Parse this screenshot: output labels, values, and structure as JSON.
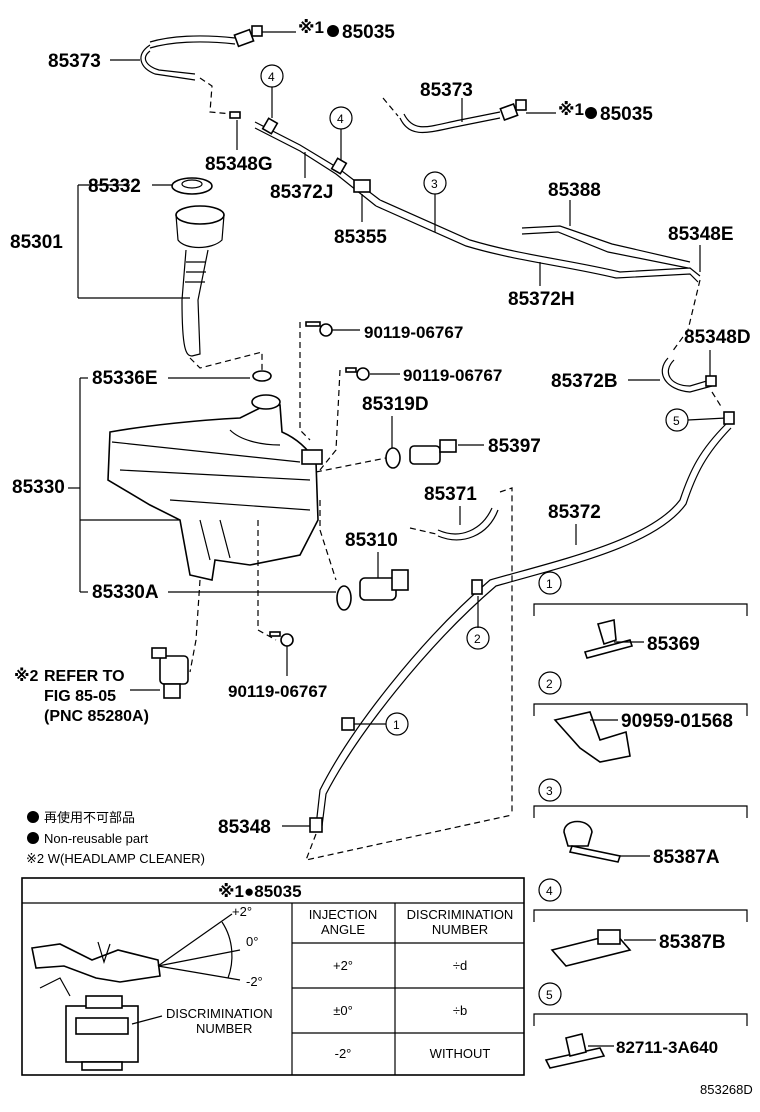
{
  "parts": {
    "p85035_top": "85035",
    "p85035_mid": "85035",
    "p85373_top": "85373",
    "p85373_mid": "85373",
    "p85348g": "85348G",
    "p85372j": "85372J",
    "p85355": "85355",
    "p85332": "85332",
    "p85301": "85301",
    "p85388": "85388",
    "p85348e": "85348E",
    "p85372h": "85372H",
    "p85348d": "85348D",
    "p85372b": "85372B",
    "p90119_a": "90119-06767",
    "p90119_b": "90119-06767",
    "p90119_c": "90119-06767",
    "p85336e": "85336E",
    "p85319d": "85319D",
    "p85397": "85397",
    "p85330": "85330",
    "p85371": "85371",
    "p85372": "85372",
    "p85310": "85310",
    "p85330a": "85330A",
    "p85348": "85348"
  },
  "marks": {
    "ref1": "※1",
    "ref2": "※2",
    "circle1": "1",
    "circle2": "2",
    "circle3": "3",
    "circle4": "4",
    "circle5": "5"
  },
  "refer_note": {
    "line1": "REFER TO",
    "line2": "FIG 85-05",
    "line3": "(PNC 85280A)"
  },
  "legend": {
    "jp": "再使用不可部品",
    "en": "Non-reusable part",
    "w_note": "※2 W(HEADLAMP CLEANER)"
  },
  "detail_parts": {
    "d1": "85369",
    "d2": "90959-01568",
    "d3": "85387A",
    "d4": "85387B",
    "d5": "82711-3A640"
  },
  "table": {
    "title": "※1●85035",
    "angle_top": "+2°",
    "angle_mid": "0°",
    "angle_bot": "-2°",
    "discrimination_label_1": "DISCRIMINATION",
    "discrimination_label_2": "NUMBER",
    "col1_header_1": "INJECTION",
    "col1_header_2": "ANGLE",
    "col2_header_1": "DISCRIMINATION",
    "col2_header_2": "NUMBER",
    "rows": [
      {
        "angle": "+2°",
        "number": "÷d"
      },
      {
        "angle": "±0°",
        "number": "÷b"
      },
      {
        "angle": "-2°",
        "number": "WITHOUT"
      }
    ]
  },
  "figure_id": "853268D"
}
